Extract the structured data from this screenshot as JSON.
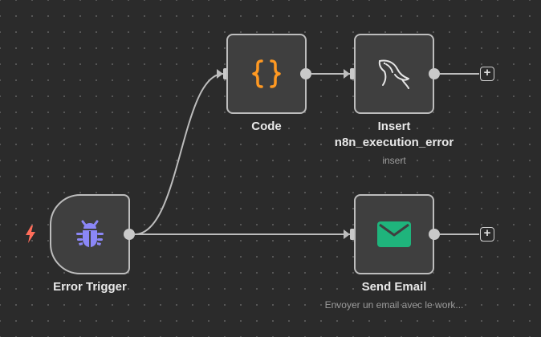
{
  "nodes": {
    "error_trigger": {
      "label": "Error Trigger",
      "icon": "bug-icon",
      "color": "#8b87f7"
    },
    "code": {
      "label": "Code",
      "icon": "curly-braces-icon",
      "color": "#ff9922"
    },
    "insert": {
      "label_line1": "Insert",
      "label_line2": "n8n_execution_error",
      "subtitle": "insert",
      "icon": "mysql-dolphin-icon",
      "color": "#e0e0e0"
    },
    "send_email": {
      "label": "Send Email",
      "subtitle": "Envoyer un email avec le work...",
      "icon": "envelope-icon",
      "color": "#1fb47c"
    }
  },
  "add_button_symbol": "+",
  "colors": {
    "canvas": "#2b2b2b",
    "node_fill": "#3f3f3f",
    "node_border": "#bdbdbd",
    "wire": "#bdbdbd",
    "trigger_bolt": "#ff6d5a"
  }
}
